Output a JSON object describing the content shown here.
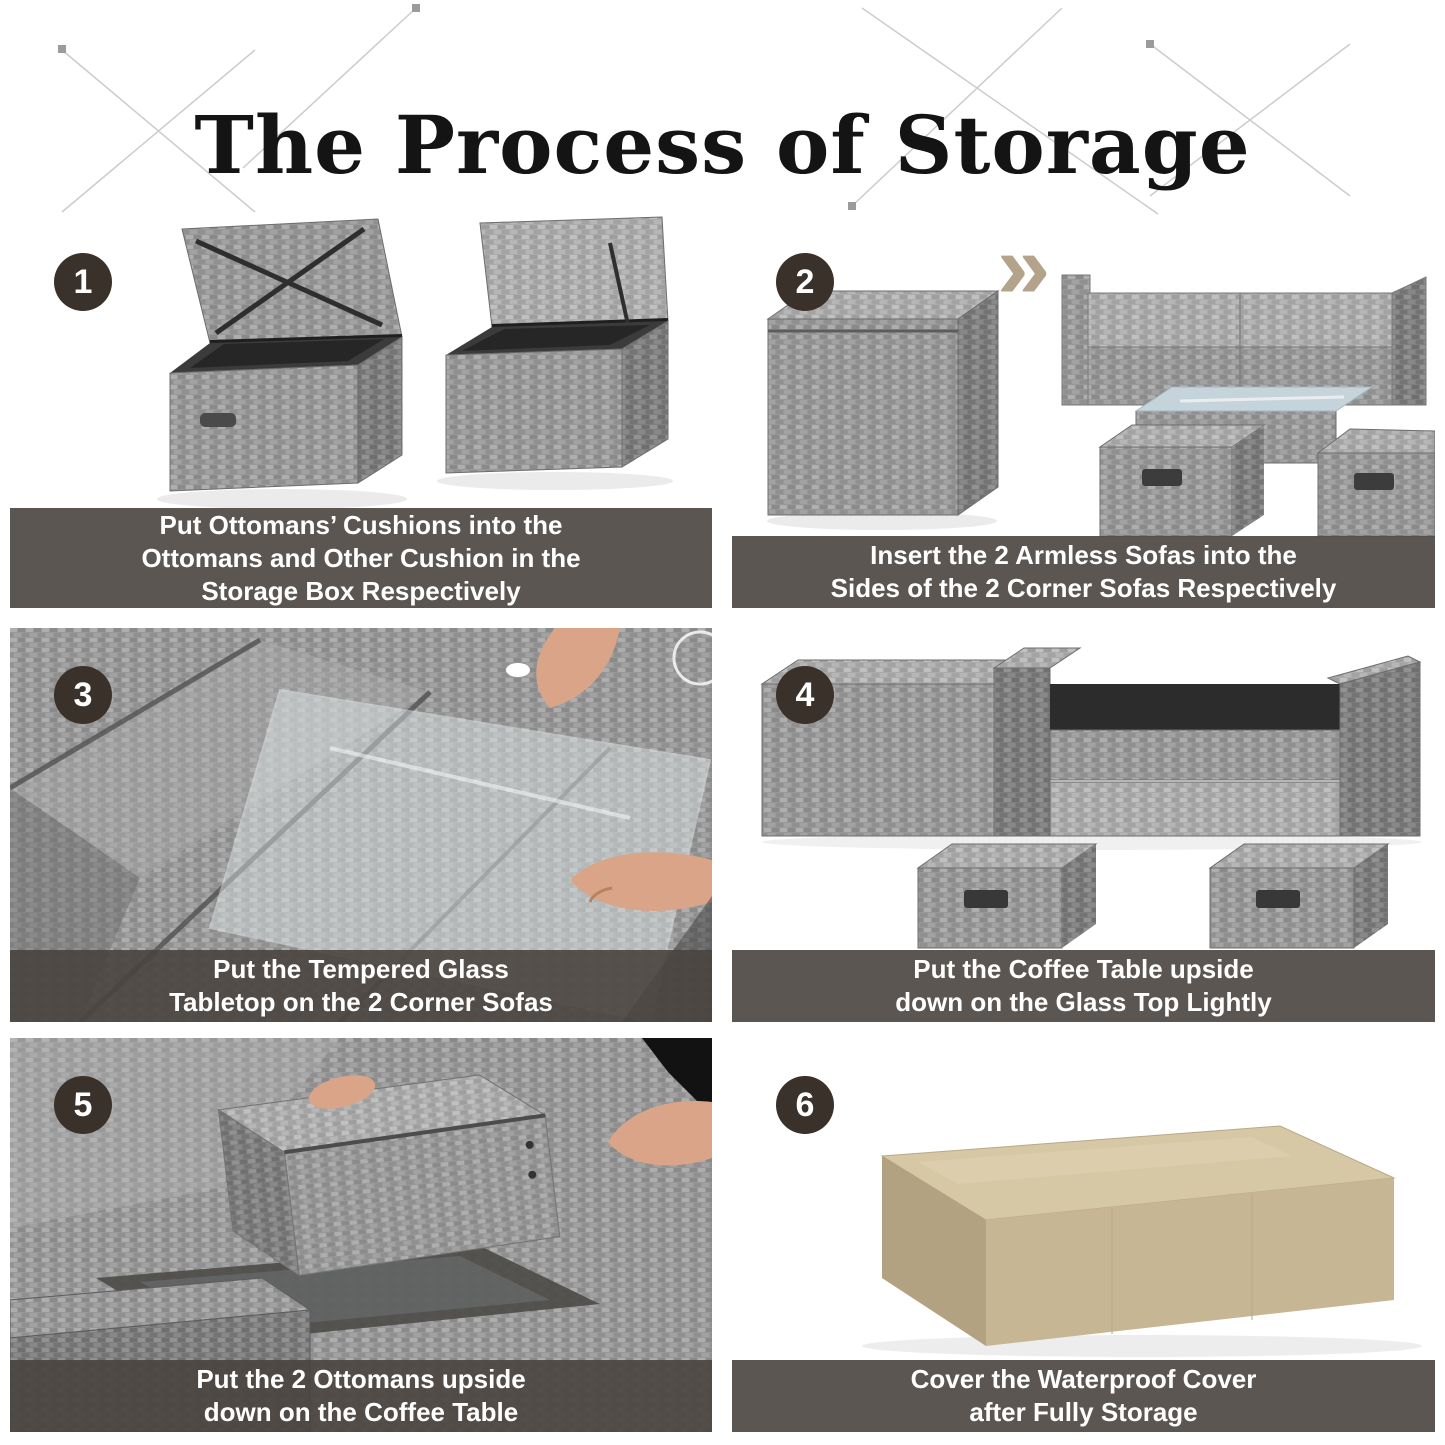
{
  "title": "The Process of Storage",
  "steps": [
    {
      "number": "1",
      "caption_lines": [
        "Put Ottomans’ Cushions into the",
        "Ottomans and Other Cushion in the",
        "Storage Box Respectively"
      ]
    },
    {
      "number": "2",
      "caption_lines": [
        "Insert the 2 Armless Sofas into the",
        "Sides of the 2 Corner Sofas Respectively"
      ]
    },
    {
      "number": "3",
      "caption_lines": [
        "Put the Tempered Glass",
        "Tabletop on the 2 Corner Sofas"
      ]
    },
    {
      "number": "4",
      "caption_lines": [
        "Put the Coffee Table upside",
        "down on the Glass Top Lightly"
      ]
    },
    {
      "number": "5",
      "caption_lines": [
        "Put the 2 Ottomans upside",
        "down on the Coffee Table"
      ]
    },
    {
      "number": "6",
      "caption_lines": [
        "Cover the Waterproof Cover",
        "after Fully Storage"
      ]
    }
  ],
  "icons": {
    "double_chevron_right": "»"
  },
  "colors": {
    "caption_bg": "#49443e",
    "badge_bg": "#39312a",
    "arrow_tan": "#b3a38a",
    "cover_tan": "#c6b694",
    "wicker_grey": "#989898"
  }
}
